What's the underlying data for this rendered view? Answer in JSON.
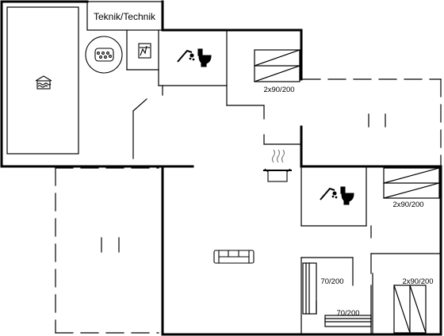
{
  "plan": {
    "technik_label": "Teknik/Technik",
    "bed_sizes": {
      "bedroom_top": "2x90/200",
      "bedroom_mid": "2x90/200",
      "bedroom_bottom_right": "2x90/200",
      "bunk_upper": "70/200",
      "bunk_lower": "70/200"
    }
  },
  "icons": {
    "pool": "swimming-pool-icon",
    "spa": "spa-whirlpool-icon",
    "sauna": "sauna-icon",
    "shower_wc_1": "shower-toilet-icon",
    "shower_wc_2": "shower-toilet-icon",
    "kitchen": "cooking-pot-icon",
    "living": "sofa-icon"
  },
  "colors": {
    "walls": "#000000",
    "background": "#ffffff"
  }
}
